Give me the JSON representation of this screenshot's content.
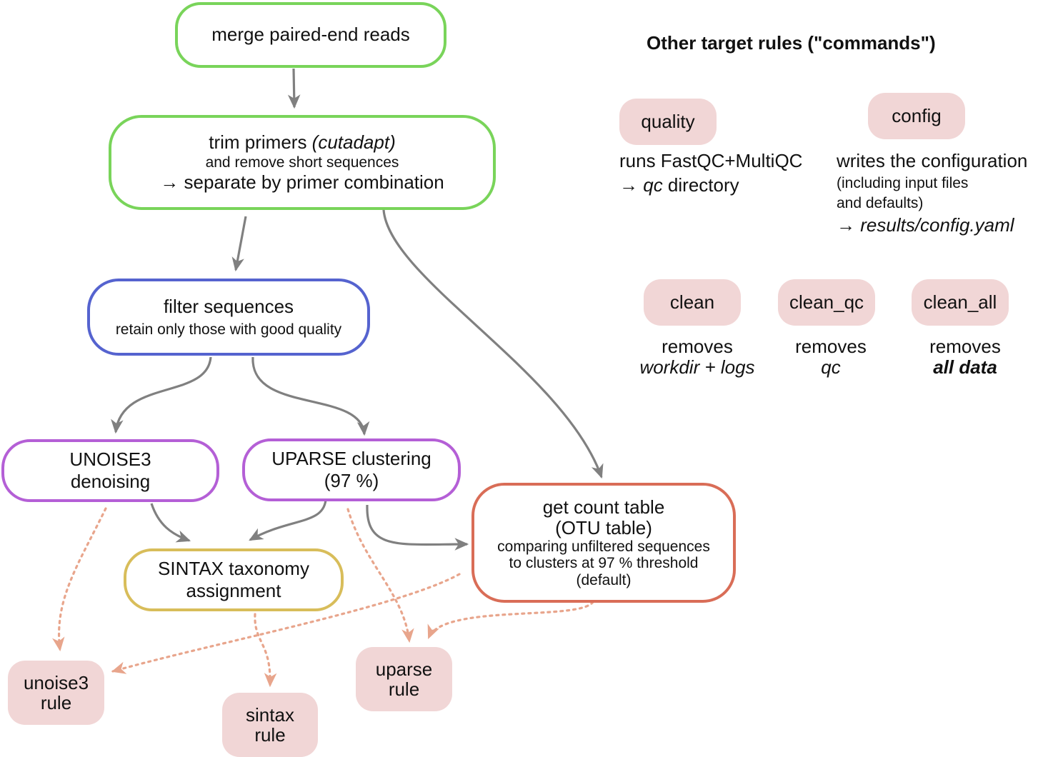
{
  "nodes": {
    "merge": {
      "title": "merge paired-end reads"
    },
    "trim": {
      "title": "trim primers ",
      "title_tool": "(cutadapt)",
      "line2": "and remove short sequences",
      "line3": "→ separate by primer combination"
    },
    "filter": {
      "title": "filter sequences",
      "subtitle": "retain only those with good quality"
    },
    "unoise": {
      "line1": "UNOISE3",
      "line2": "denoising"
    },
    "uparse": {
      "line1": "UPARSE clustering",
      "line2": "(97 %)"
    },
    "sintax": {
      "line1": "SINTAX taxonomy",
      "line2": "assignment"
    },
    "count": {
      "line1": "get count table",
      "line2": "(OTU table)",
      "line3": "comparing unfiltered sequences",
      "line4": "to clusters at 97 % threshold",
      "line5": "(default)"
    }
  },
  "rules": {
    "unoise3": {
      "line1": "unoise3",
      "line2": "rule"
    },
    "sintax": {
      "line1": "sintax",
      "line2": "rule"
    },
    "uparse": {
      "line1": "uparse",
      "line2": "rule"
    }
  },
  "commands": {
    "heading": "Other target rules (\"commands\")",
    "quality": {
      "label": "quality",
      "desc1": "runs FastQC+MultiQC",
      "desc2_arrow": "→ ",
      "desc2_ital": "qc",
      "desc2_rest": " directory"
    },
    "config": {
      "label": "config",
      "desc1": "writes the configuration",
      "desc2": "(including input files",
      "desc3": "and defaults)",
      "desc4_arrow": "→ ",
      "desc4_ital": "results/config.yaml"
    },
    "clean": {
      "label": "clean",
      "desc1": "removes",
      "desc2": "workdir + logs"
    },
    "clean_qc": {
      "label": "clean_qc",
      "desc1": "removes",
      "desc2": "qc"
    },
    "clean_all": {
      "label": "clean_all",
      "desc1": "removes",
      "desc2": "all data"
    }
  },
  "colors": {
    "green": "#79d45a",
    "blue": "#5563cf",
    "purple": "#b45fd6",
    "gold": "#d8bd5a",
    "red": "#d96d57",
    "rule_fill": "#f1d6d6",
    "solid_arrow": "#808080",
    "dotted_arrow": "#e8a58c"
  }
}
